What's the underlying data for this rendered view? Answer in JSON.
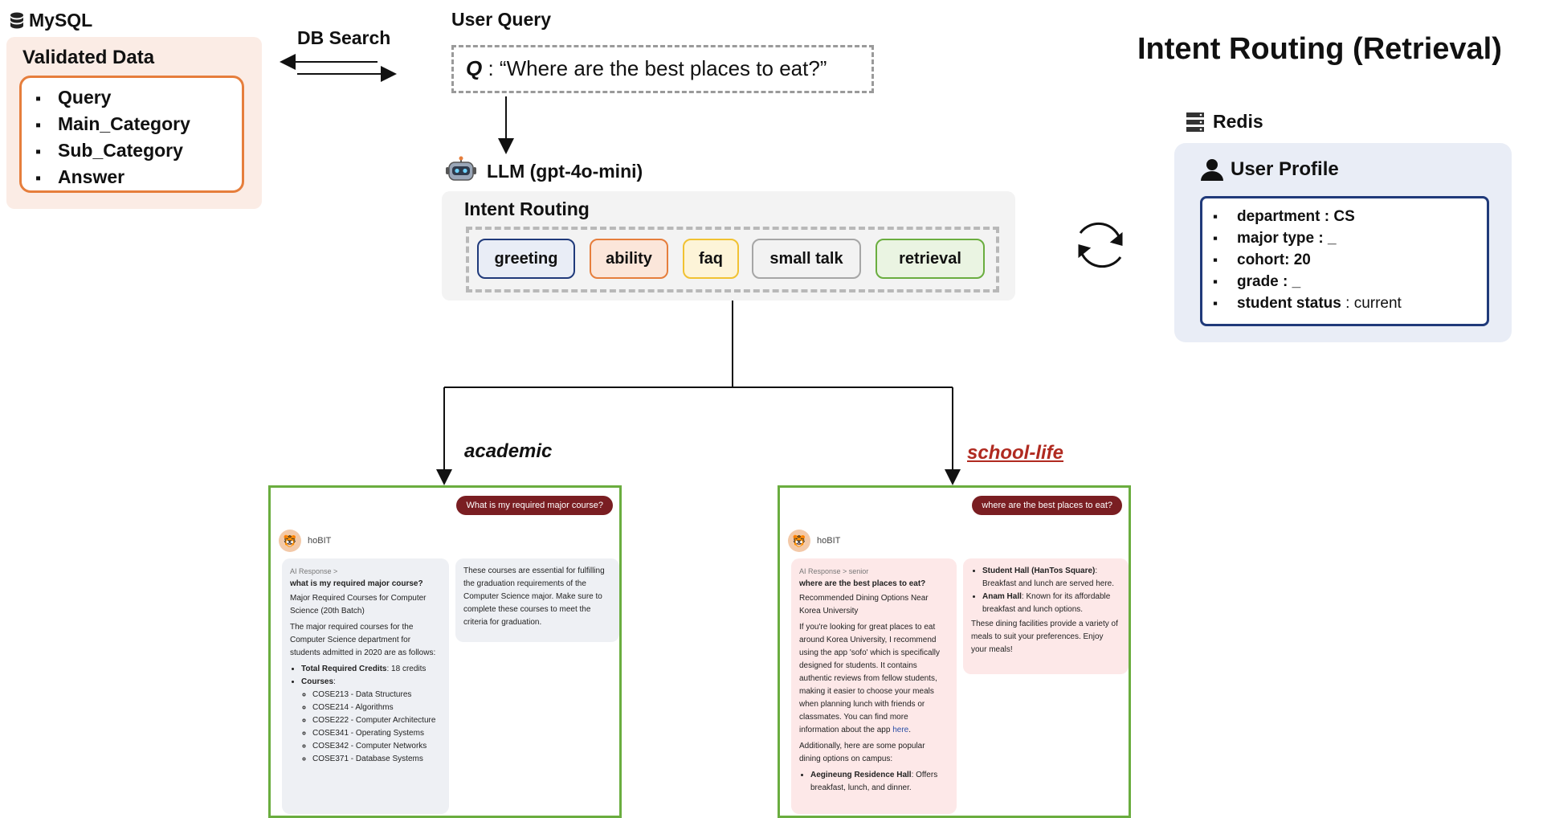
{
  "title": "Intent Routing (Retrieval)",
  "mysql": {
    "label": "MySQL",
    "panel_title": "Validated Data",
    "fields": [
      "Query",
      "Main_Category",
      "Sub_Category",
      "Answer"
    ]
  },
  "db_search_label": "DB Search",
  "user_query": {
    "label": "User Query",
    "q_prefix": "Q",
    "text": " : “Where are the best places to eat?”"
  },
  "llm": {
    "label": "LLM (gpt-4o-mini)",
    "routing_title": "Intent Routing",
    "intents": [
      {
        "label": "greeting",
        "bg": "#e9edf6",
        "border": "#203a7a"
      },
      {
        "label": "ability",
        "bg": "#fbe6da",
        "border": "#e67e3c"
      },
      {
        "label": "faq",
        "bg": "#fdf4d8",
        "border": "#f1c232"
      },
      {
        "label": "small talk",
        "bg": "#f2f2f2",
        "border": "#a6a6a6"
      },
      {
        "label": "retrieval",
        "bg": "#eaf4e2",
        "border": "#6aad3f"
      }
    ]
  },
  "redis": {
    "label": "Redis",
    "profile_title": "User Profile",
    "fields": [
      {
        "key": "department",
        "value": " : CS",
        "value_bold": true
      },
      {
        "key": "major type",
        "value": " : _",
        "value_bold": true
      },
      {
        "key": "cohort",
        "value": ": 20",
        "value_bold": true
      },
      {
        "key": "grade",
        "value": " : _",
        "value_bold": true
      },
      {
        "key": "student status",
        "value": " : current",
        "value_bold": false
      }
    ]
  },
  "branches": {
    "academic": "academic",
    "school_life": "school-life"
  },
  "academic_card": {
    "user_message": "What is my required major course?",
    "bot_name": "hoBIT",
    "meta": "AI Response  >",
    "question": "what is my required major course?",
    "heading": "Major Required Courses for Computer Science (20th Batch)",
    "intro": "The major required courses for the Computer Science department for students admitted in 2020 are as follows:",
    "credits_label": "Total Required Credits",
    "credits_value": ": 18 credits",
    "courses_label": "Courses",
    "courses": [
      "COSE213 - Data Structures",
      "COSE214 - Algorithms",
      "COSE222 - Computer Architecture",
      "COSE341 - Operating Systems",
      "COSE342 - Computer Networks",
      "COSE371 - Database Systems"
    ],
    "side_text": "These courses are essential for fulfilling the graduation requirements of the Computer Science major. Make sure to complete these courses to meet the criteria for graduation."
  },
  "school_card": {
    "user_message": "where are the best places to eat?",
    "bot_name": "hoBIT",
    "meta": "AI Response  >  senior",
    "question": "where are the best places to eat?",
    "heading": "Recommended Dining Options Near Korea University",
    "intro": "If you're looking for great places to eat around Korea University, I recommend using the app 'sofo' which is specifically designed for students. It contains authentic reviews from fellow students, making it easier to choose your meals when planning lunch with friends or classmates. You can find more information about the app ",
    "link_text": "here",
    "link_end": ".",
    "additional": "Additionally, here are some popular dining options on campus:",
    "option1_name": "Aegineung Residence Hall",
    "option1_desc": ": Offers breakfast, lunch, and dinner.",
    "option2_name": "Student Hall (HanTos Square)",
    "option2_desc": ": Breakfast and lunch are served here.",
    "option3_name": "Anam Hall",
    "option3_desc": ": Known for its affordable breakfast and lunch options.",
    "closing": "These dining facilities provide a variety of meals to suit your preferences. Enjoy your meals!"
  }
}
